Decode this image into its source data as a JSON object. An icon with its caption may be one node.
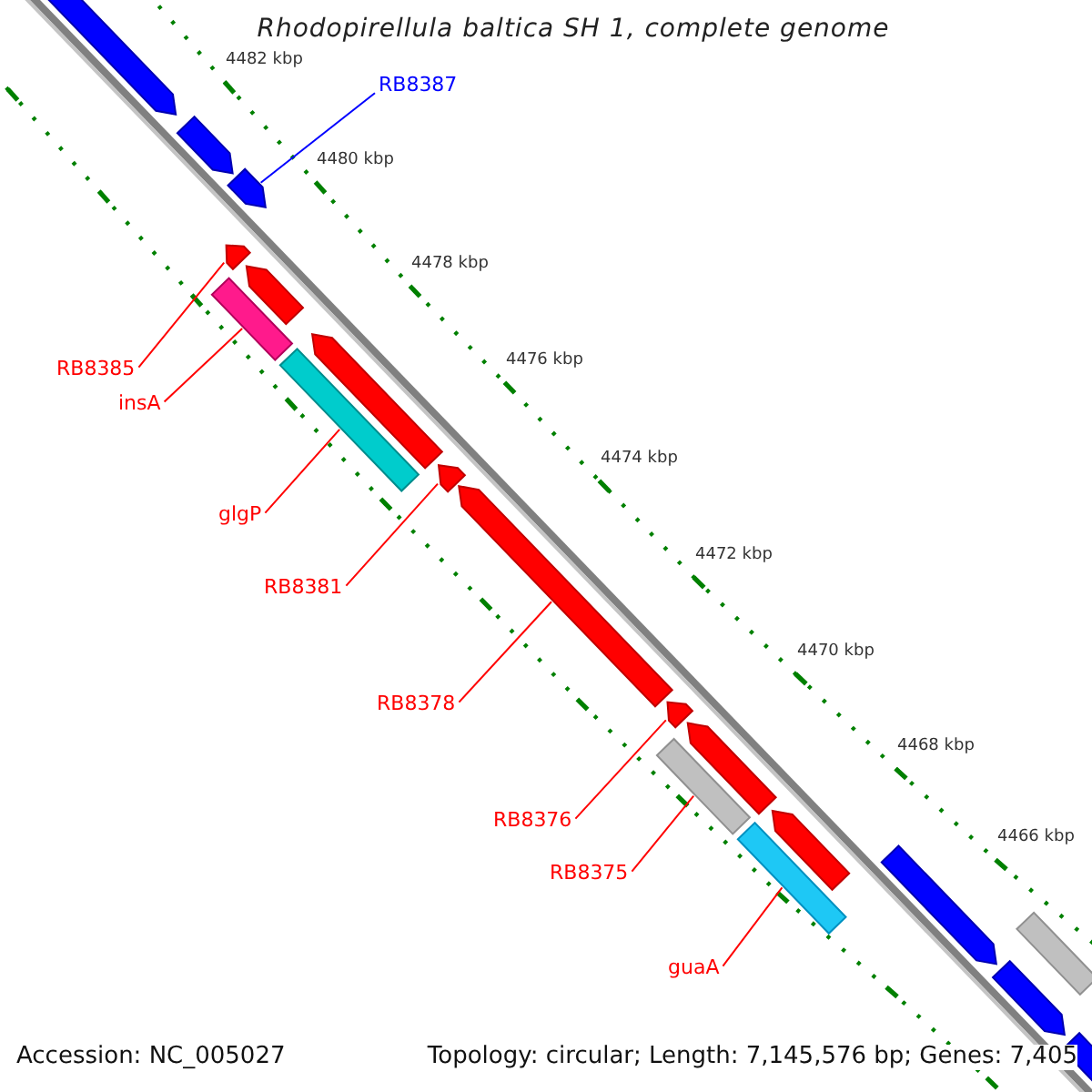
{
  "diagram": {
    "title": "Rhodopirellula baltica SH 1, complete genome",
    "nodes": [
      {
        "text": [
          "RB8387"
        ]
      },
      {
        "text": [],
        "shape": "arrow"
      },
      {
        "text": [
          "RB8385"
        ]
      },
      {
        "text": [],
        "shape": "arrow"
      },
      {
        "text": [
          "insA"
        ]
      },
      {
        "text": [],
        "shape": "bar"
      },
      {
        "text": [
          "glgP"
        ]
      },
      {
        "text": [],
        "shape": "bar"
      },
      {
        "text": [
          "RB8381"
        ]
      },
      {
        "text": [],
        "shape": "arrow"
      },
      {
        "text": [
          "RB8378"
        ]
      },
      {
        "text": [],
        "shape": "arrow"
      },
      {
        "text": [
          "RB8376"
        ]
      },
      {
        "text": [],
        "shape": "arrow"
      },
      {
        "text": [
          "RB8375"
        ]
      },
      {
        "text": [],
        "shape": "bar"
      },
      {
        "text": [
          "guaA"
        ]
      },
      {
        "text": [],
        "shape": "bar"
      }
    ],
    "edges": [
      {
        "from": 0,
        "to": 1,
        "arrow": "none",
        "color": "#0000ff"
      },
      {
        "from": 2,
        "to": 3,
        "arrow": "none"
      },
      {
        "from": 4,
        "to": 5,
        "arrow": "none"
      },
      {
        "from": 6,
        "to": 7,
        "arrow": "none"
      },
      {
        "from": 8,
        "to": 9,
        "arrow": "none"
      },
      {
        "from": 10,
        "to": 11,
        "arrow": "none"
      },
      {
        "from": 12,
        "to": 13,
        "arrow": "none"
      },
      {
        "from": 14,
        "to": 15,
        "arrow": "none"
      },
      {
        "from": 16,
        "to": 17,
        "arrow": "none"
      }
    ],
    "labels": [
      "4482 kbp",
      "4480 kbp",
      "4478 kbp",
      "4476 kbp",
      "4474 kbp",
      "4472 kbp",
      "4470 kbp",
      "4468 kbp",
      "4466 kbp",
      "Accession: NC_005027",
      "Topology: circular; Length: 7,145,576 bp; Genes: 7,405"
    ]
  }
}
